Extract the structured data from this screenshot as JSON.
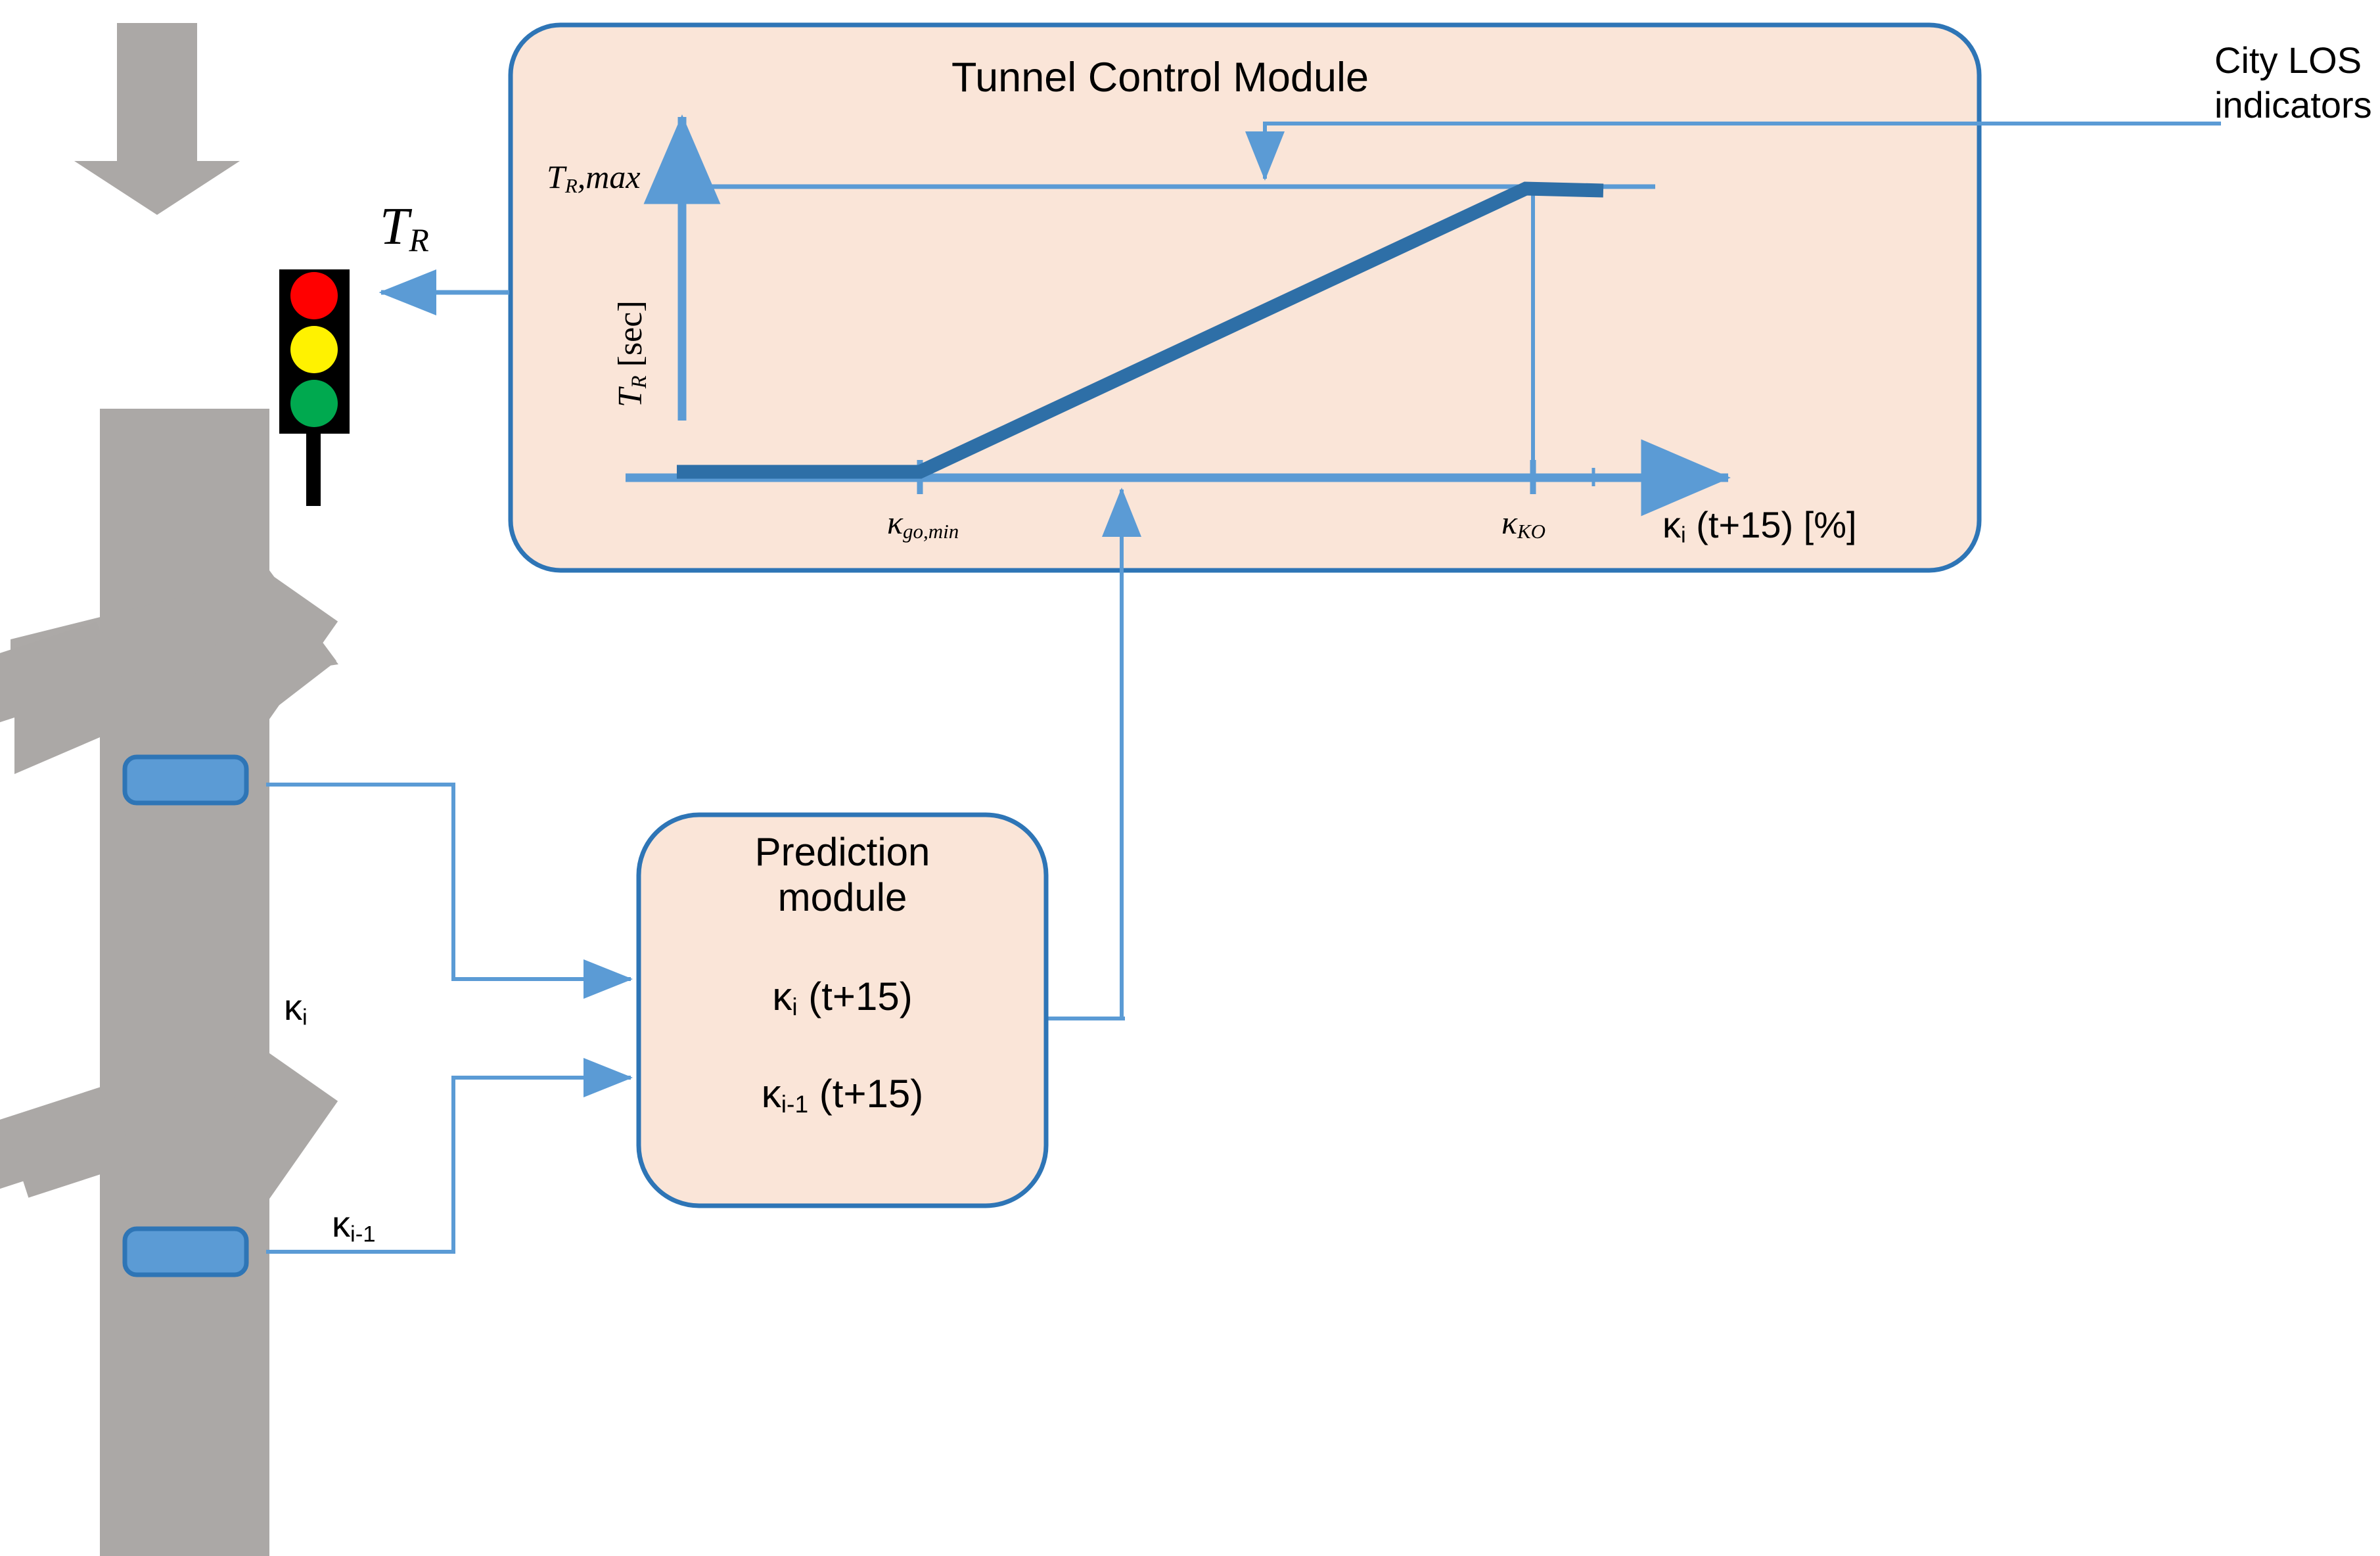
{
  "colors": {
    "module_fill": "#FAE5D8",
    "module_stroke": "#2E75B6",
    "arrow_blue": "#5B9BD5",
    "curve_blue": "#2E6FA7",
    "road_gray": "#ABA8A6",
    "detector_blue": "#5B9BD5",
    "detector_stroke": "#2E75B6",
    "signal_body": "#000000",
    "signal_red": "#FF0000",
    "signal_yellow": "#FFF200",
    "signal_green": "#00A94F"
  },
  "tunnel_module": {
    "title": "Tunnel Control Module"
  },
  "prediction_module": {
    "title_line1": "Prediction",
    "title_line2": "module",
    "output_1": "κ",
    "output_1_sub": "i",
    "output_1_rest": " (t+15)",
    "output_2": "κ",
    "output_2_sub": "i-1",
    "output_2_rest": " (t+15)"
  },
  "annotations": {
    "city_los_line1": "City LOS",
    "city_los_line2": "indicators",
    "tr_signal_label": "T",
    "tr_signal_sub": "R",
    "kappa_i_label": "κ",
    "kappa_i_sub": "i",
    "kappa_im1_label": "κ",
    "kappa_im1_sub": "i-1"
  },
  "chart_data": {
    "type": "line",
    "title": "Tunnel Control Module",
    "xlabel": "κi (t+15) [%]",
    "ylabel": "TR [sec]",
    "xlabel_main": "κ",
    "xlabel_sub": "i",
    "xlabel_rest": " (t+15) [%]",
    "ylabel_main": "T",
    "ylabel_sub": "R",
    "ylabel_rest": " [sec]",
    "x_tick_labels": [
      "κgo,min",
      "κKO"
    ],
    "x_tick_values": [
      35,
      75
    ],
    "y_tick_labels": [
      "TR,max"
    ],
    "y_tick_values": [
      100
    ],
    "xlim": [
      0,
      100
    ],
    "ylim": [
      0,
      115
    ],
    "grid": false,
    "legend": false,
    "series": [
      {
        "name": "T_R control curve",
        "x": [
          0,
          35,
          75,
          84
        ],
        "y": [
          0,
          0,
          100,
          100
        ]
      }
    ],
    "guide_lines": [
      {
        "name": "TRmax horizontal",
        "y": 100,
        "x_from": 0,
        "x_to": 84
      },
      {
        "name": "kappaKO vertical",
        "x": 75,
        "y_from": 0,
        "y_to": 100
      }
    ],
    "annotations": [
      {
        "name": "city-los-inflow",
        "target": "TRmax line",
        "label": "City LOS indicators"
      },
      {
        "name": "prediction-inflow",
        "target": "x-axis near kappa_go_min",
        "label": "κi (t+15)"
      }
    ]
  },
  "road": {
    "detectors": [
      "detector-upper",
      "detector-lower"
    ],
    "direction_arrow": "down-arrow-icon",
    "signal": "traffic-light-icon"
  }
}
